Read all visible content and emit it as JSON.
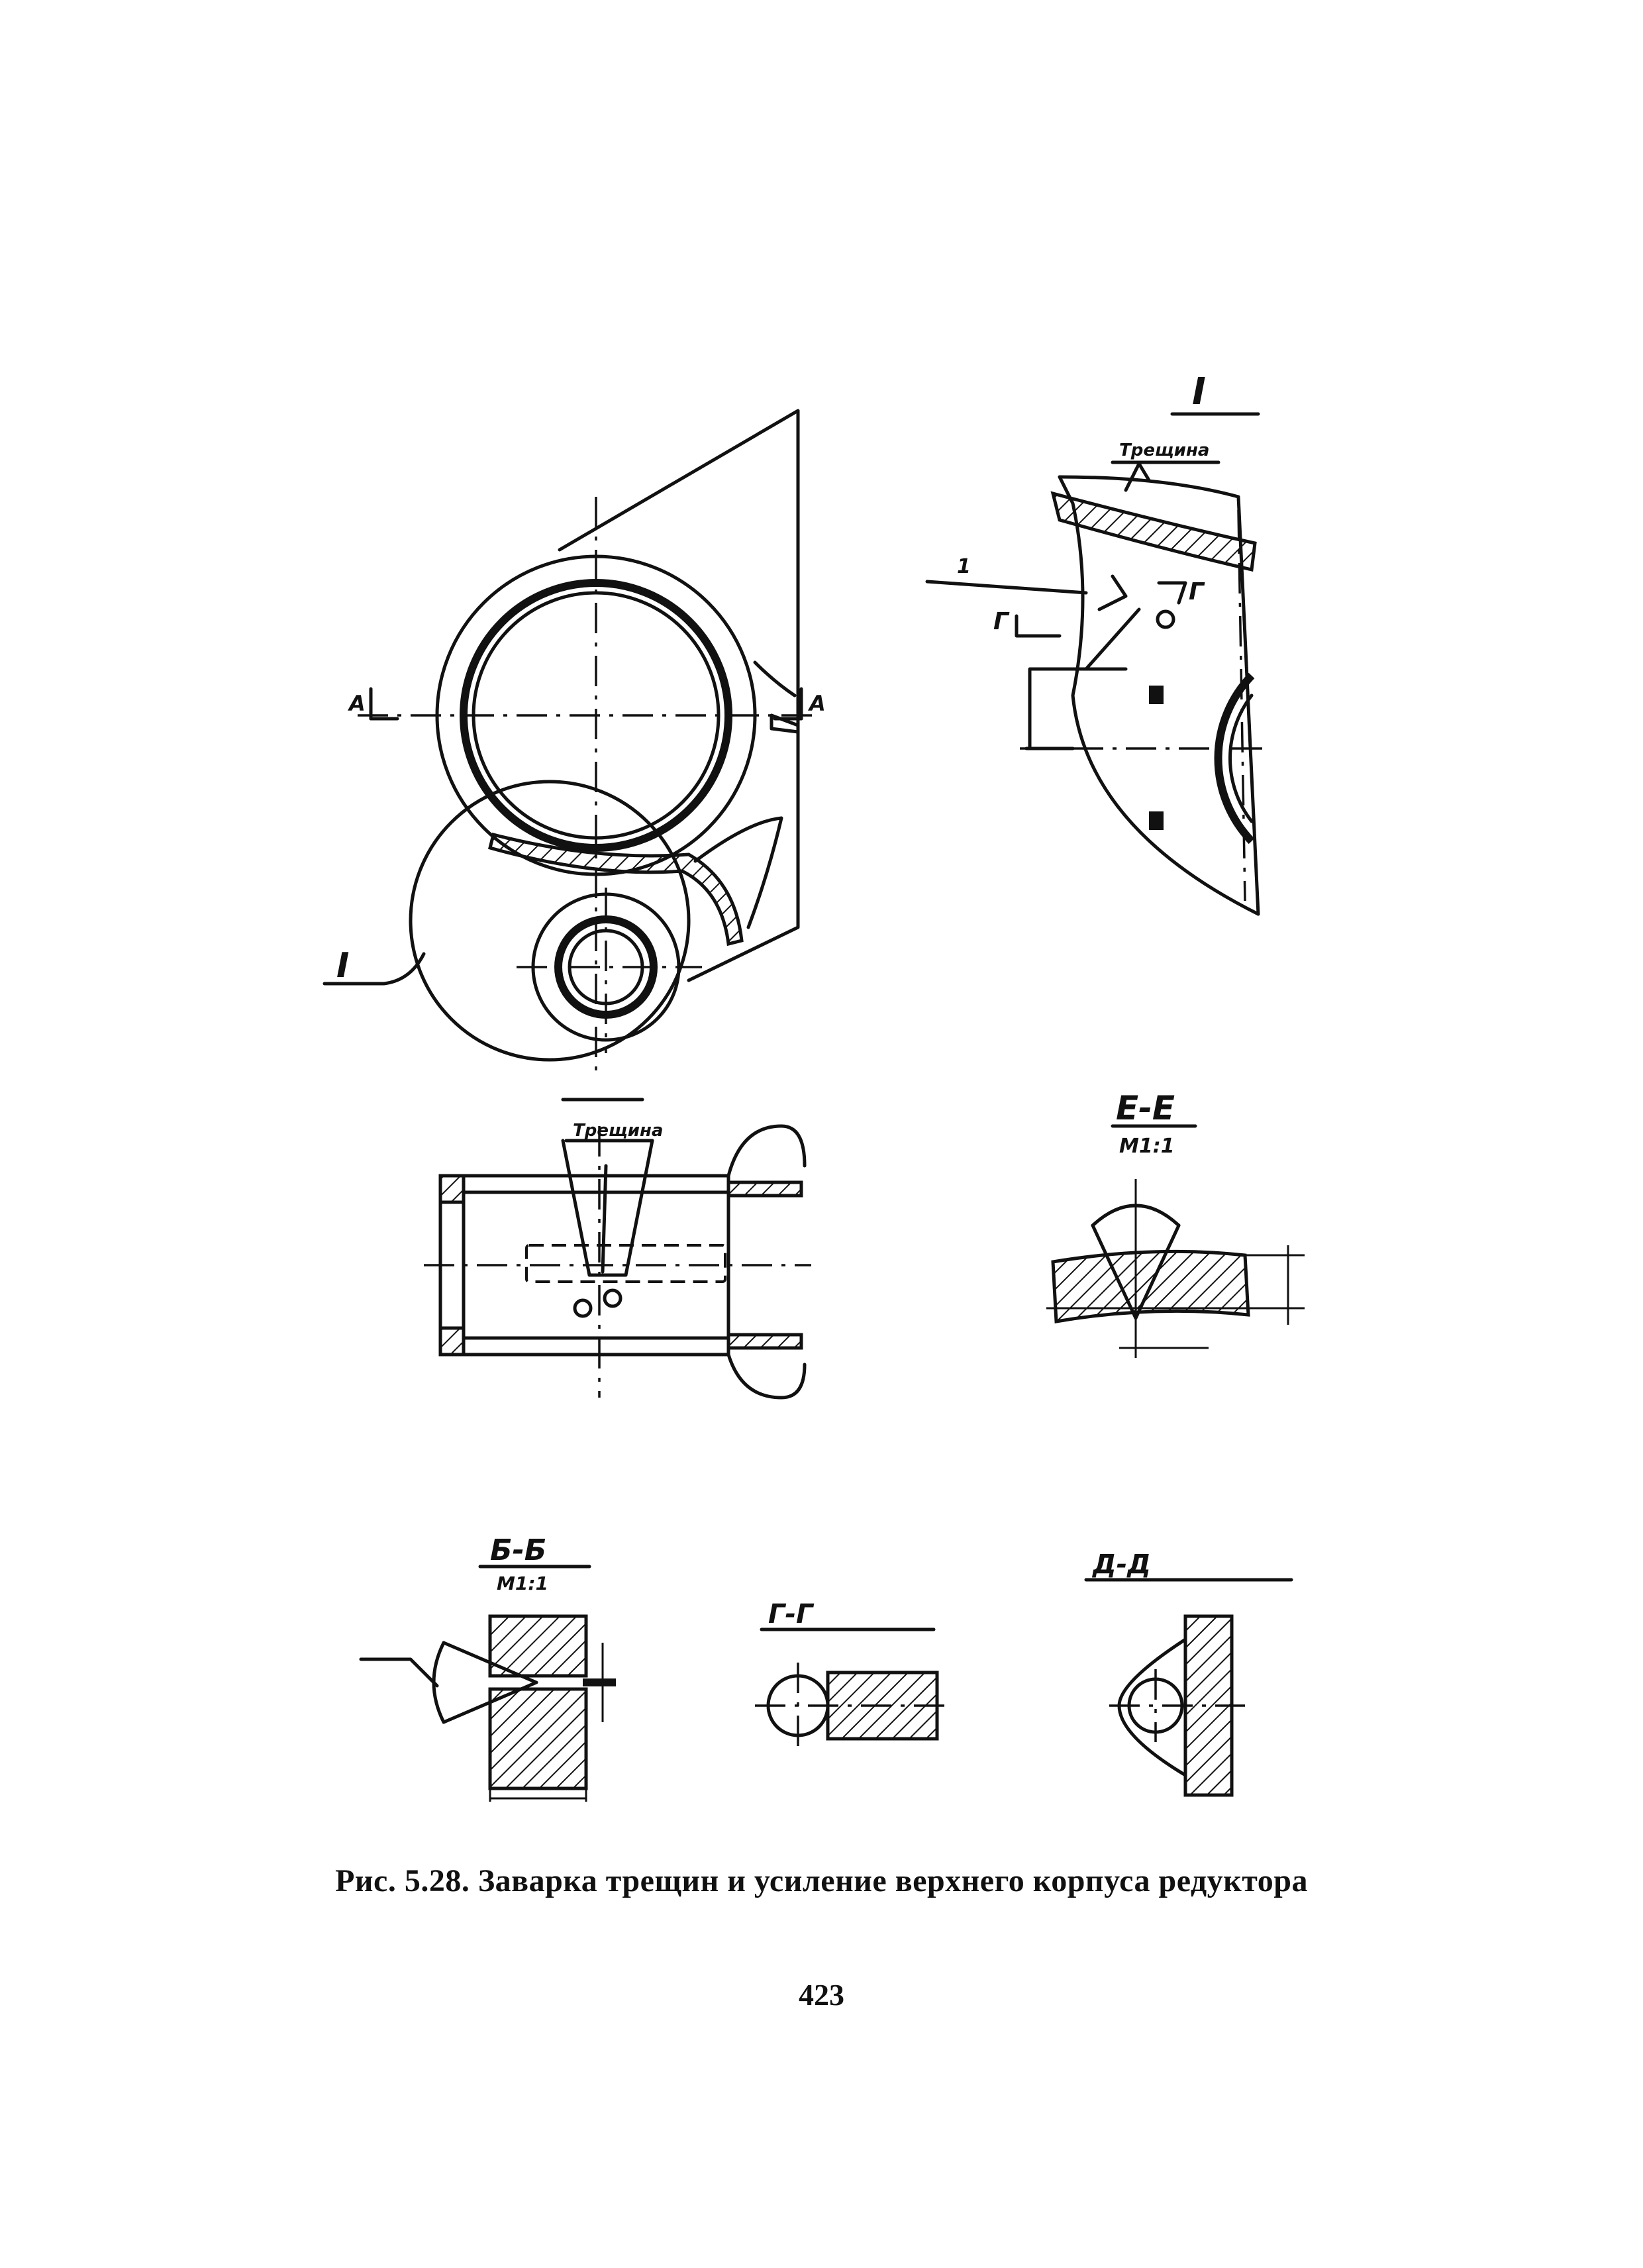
{
  "caption": "Рис. 5.28. Заварка трещин и усиление верхнего корпуса редуктора",
  "page_number": "423",
  "labels": {
    "detail_mark": "I",
    "section_a": "А",
    "crack": "Трещина",
    "leader_1": "1",
    "mark_g": "Г",
    "section_e": "Е-Е",
    "scale_11": "М1:1",
    "section_b": "Б-Б",
    "section_g": "Г-Г",
    "section_d": "Д-Д"
  }
}
